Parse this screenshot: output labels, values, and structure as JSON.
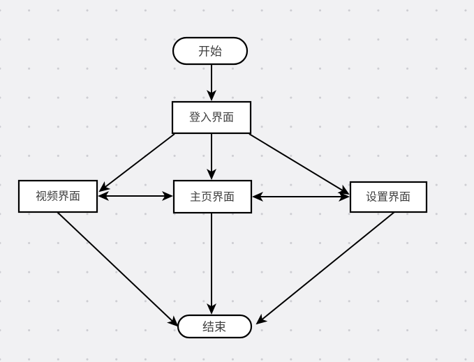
{
  "diagram": {
    "type": "flowchart",
    "colors": {
      "background": "#f1f1f3",
      "grid_dot": "#cdcdd2",
      "node_fill": "#ffffff",
      "node_stroke": "#000000",
      "edge_stroke": "#000000",
      "text": "#404040"
    },
    "nodes": {
      "start": {
        "label": "开始",
        "shape": "rounded"
      },
      "login": {
        "label": "登入界面",
        "shape": "rect"
      },
      "video": {
        "label": "视频界面",
        "shape": "rect"
      },
      "home": {
        "label": "主页界面",
        "shape": "rect"
      },
      "settings": {
        "label": "设置界面",
        "shape": "rect"
      },
      "end": {
        "label": "结束",
        "shape": "rounded"
      }
    },
    "edges": [
      {
        "from": "开始",
        "to": "登入界面",
        "type": "arrow"
      },
      {
        "from": "登入界面",
        "to": "主页界面",
        "type": "arrow"
      },
      {
        "from": "登入界面",
        "to": "视频界面",
        "type": "arrow"
      },
      {
        "from": "登入界面",
        "to": "设置界面",
        "type": "arrow"
      },
      {
        "from": "视频界面",
        "to": "主页界面",
        "type": "double-arrow"
      },
      {
        "from": "主页界面",
        "to": "设置界面",
        "type": "double-arrow"
      },
      {
        "from": "视频界面",
        "to": "结束",
        "type": "arrow"
      },
      {
        "from": "主页界面",
        "to": "结束",
        "type": "arrow"
      },
      {
        "from": "设置界面",
        "to": "结束",
        "type": "arrow"
      }
    ]
  }
}
